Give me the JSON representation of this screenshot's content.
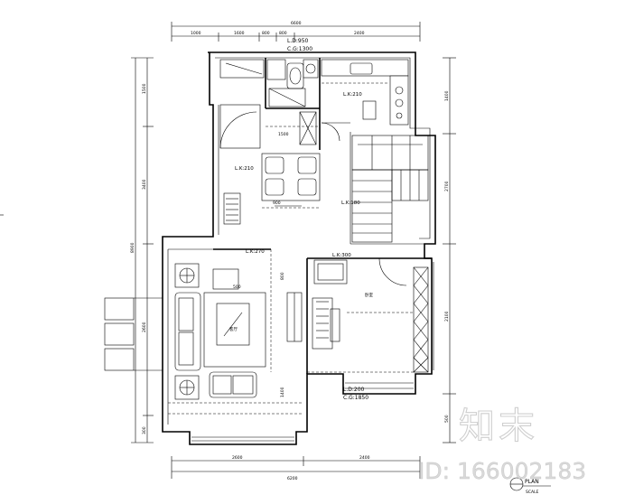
{
  "dimensions": {
    "top_total": "6600",
    "top_segments": [
      "1000",
      "1600",
      "800",
      "800",
      "2400"
    ],
    "bottom_total": "6200",
    "bottom_segments": [
      "2600",
      "2400"
    ],
    "left_total": "8900",
    "left_segments": [
      "1500",
      "3400",
      "2600",
      "300"
    ],
    "right_segments": [
      "1400",
      "2700",
      "2100",
      "500"
    ],
    "inner": [
      "900",
      "1500",
      "800",
      "1400",
      "500"
    ]
  },
  "labels": {
    "ld_top": "L.D:950",
    "cg_top": "C.G:1300",
    "lk_210_kitchen": "L.K:210",
    "lk_210_dining": "L.K:210",
    "lk_180_stair": "L.K:180",
    "lk_300_bed": "L.K:300",
    "lk_270_living": "L.K:270",
    "ld_bottom": "L.D:200",
    "cg_bottom": "C.G:1850",
    "room_living": "客厅",
    "room_bed": "卧室"
  },
  "plan_title": "PLAN",
  "plan_scale": "SCALE",
  "watermark": {
    "logo": "知末",
    "id": "ID: 166002183"
  },
  "icons": {
    "logo": "zhimo-watermark-logo",
    "north": "plan-title-marker-icon"
  }
}
